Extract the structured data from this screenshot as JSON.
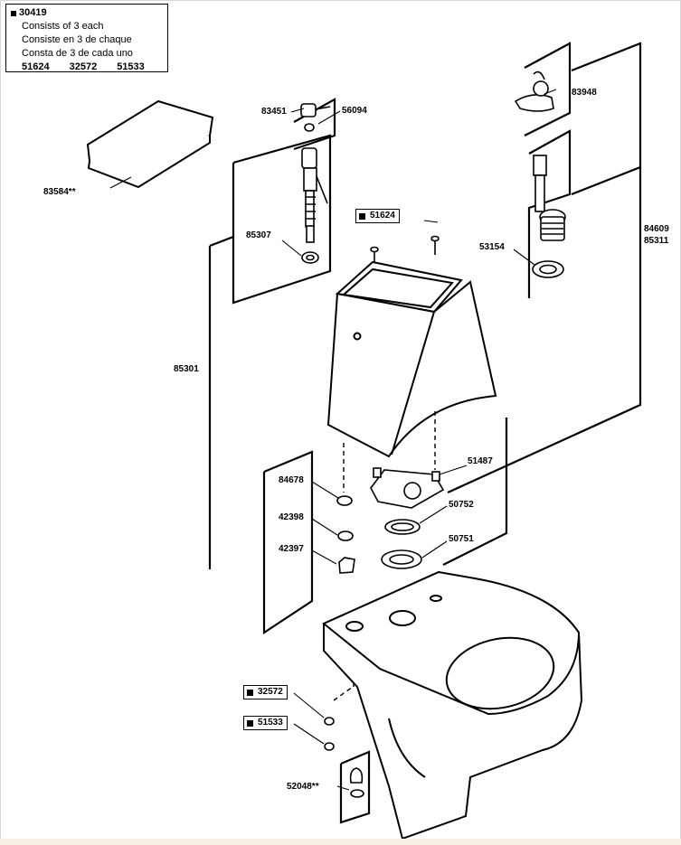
{
  "legend": {
    "code": "30419",
    "lines": [
      "Consists of 3 each",
      "Consiste en 3 de chaque",
      "Consta de 3 de cada uno"
    ],
    "parts": [
      "51624",
      "32572",
      "51533"
    ]
  },
  "labels": {
    "tank_lid": "83584**",
    "handle": "83451",
    "handle_nut": "56094",
    "flush_valve_chain": "83948",
    "flush_valve": "84609",
    "flush_valve_alt": "85311",
    "fill_valve_washer": "85307",
    "flush_valve_gasket": "53154",
    "tank_bolts_kit": "51624",
    "tank": "85301",
    "tank_to_bowl_plate": "51487",
    "tank_nut": "84678",
    "gasket_a": "50752",
    "washer": "42398",
    "gasket_b": "50751",
    "nut": "42397",
    "bolt_cap_kit_a": "32572",
    "bolt_cap_kit_b": "51533",
    "bolt_caps": "52048**"
  },
  "colors": {
    "line": "#000000",
    "fill": "#ffffff",
    "frame": "#d8d8d8",
    "footer": "#f6efe4"
  }
}
